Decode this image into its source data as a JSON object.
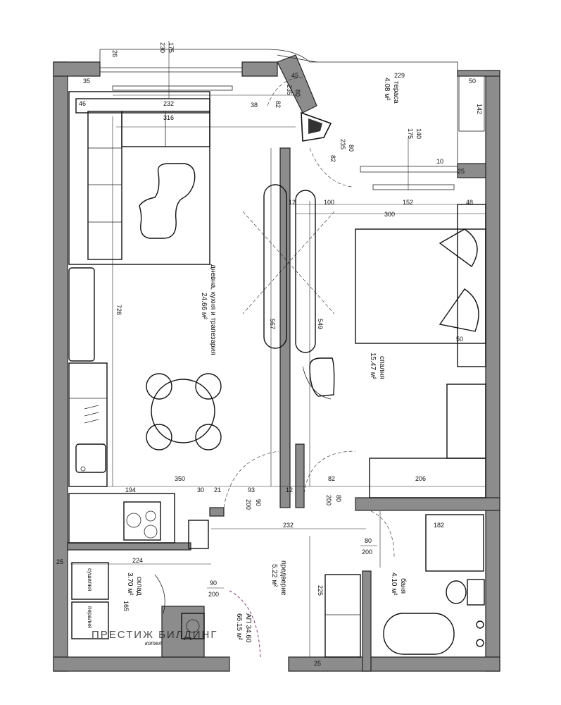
{
  "rooms": {
    "living_name": "дневна, кухня и трапезария",
    "living_area": "24.66 м²",
    "bedroom_name": "спалня",
    "bedroom_area": "15.47 м²",
    "terrace_name": "тераса",
    "terrace_area": "4.08 м²",
    "hall_name": "предверие",
    "hall_area": "5.22 м²",
    "storage_name": "склад",
    "storage_area": "3.70 м²",
    "bath_name": "баня",
    "bath_area": "4.10 м²"
  },
  "apartment": {
    "id": "АП 34.60",
    "area": "66.15 м²"
  },
  "appliances": {
    "dryer": "сушилня",
    "washer": "пералня",
    "boiler": "котел"
  },
  "watermark": "ПРЕСТИЖ БИЛДИНГ",
  "dimensions": {
    "d230": "230",
    "d175a": "175",
    "d26": "26",
    "d45": "45",
    "d229": "229",
    "d50a": "50",
    "d35": "35",
    "d232a": "232",
    "d46": "46",
    "d316": "316",
    "d38": "38",
    "d82a": "82",
    "d80a": "80",
    "d235a": "235",
    "d142": "142",
    "d140": "140",
    "d175b": "175",
    "d80b": "80",
    "d235b": "235",
    "d82b": "82",
    "d10a": "10",
    "d25a": "25",
    "d12a": "12",
    "d100": "100",
    "d152": "152",
    "d48": "48",
    "d300": "300",
    "d726": "726",
    "d567": "567",
    "d549": "549",
    "d50b": "50",
    "d350": "350",
    "d194": "194",
    "d30": "30",
    "d21": "21",
    "d93": "93",
    "d12b": "12",
    "d82c": "82",
    "d206": "206",
    "d90a": "90",
    "d200a": "200",
    "d80c": "80",
    "d200b": "200",
    "d232b": "232",
    "d182": "182",
    "d80d": "80",
    "d200c": "200",
    "d224": "224",
    "d90b": "90",
    "d200d": "200",
    "d225": "225",
    "d165": "165",
    "d25b": "25",
    "d25c": "25"
  },
  "colors": {
    "wall": "#8c8c8c",
    "watermark": "#c8323a",
    "door_swing": "#8a3a7a"
  }
}
